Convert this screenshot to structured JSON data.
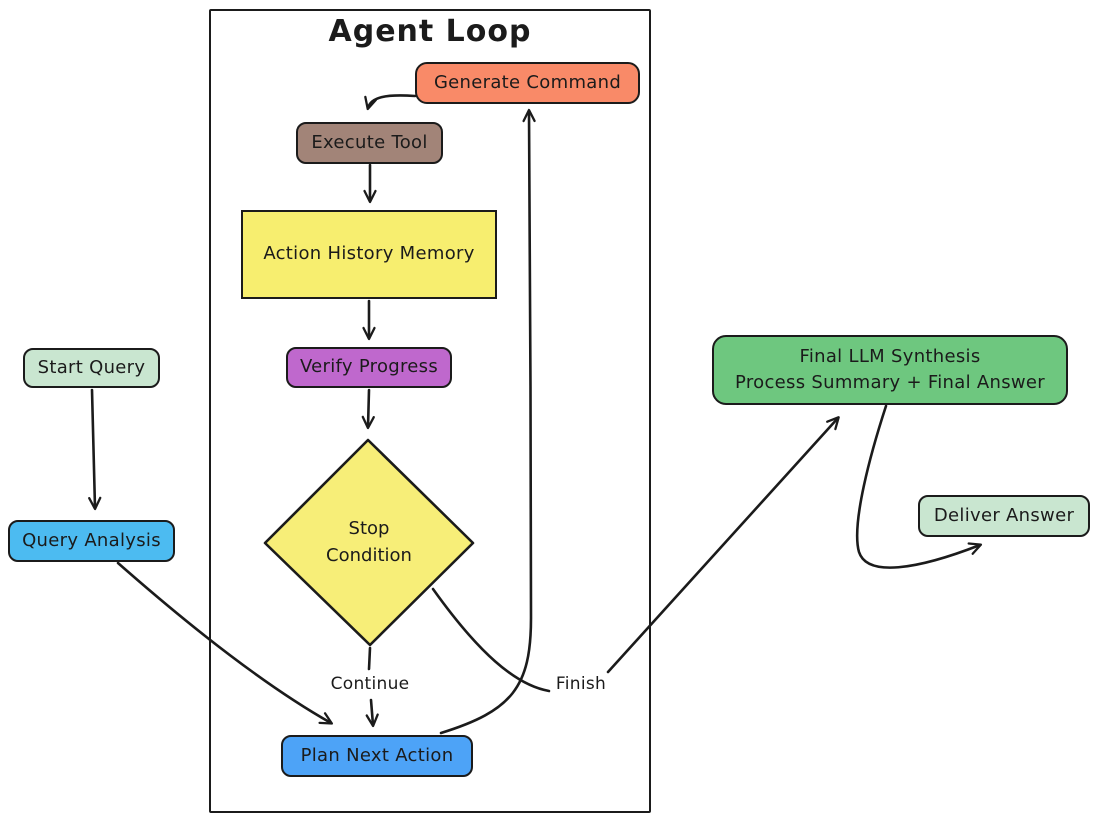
{
  "title": "Agent Loop",
  "colors": {
    "stroke": "#1b1b1b",
    "orange": "#f98a68",
    "brown": "#a28478",
    "yellow": "#f7ee6f",
    "diamond_yellow": "#f7ee78",
    "purple": "#bf68cd",
    "blue": "#4da3f7",
    "cyan_blue": "#4cbbf1",
    "green": "#6ec77f",
    "pale_green": "#c9e6d0",
    "background": "#ffffff"
  },
  "nodes": {
    "generate_command": {
      "label": "Generate Command",
      "fill": "#f98a68"
    },
    "execute_tool": {
      "label": "Execute Tool",
      "fill": "#a28478"
    },
    "action_history": {
      "label": "Action History Memory",
      "fill": "#f7ee6f"
    },
    "verify_progress": {
      "label": "Verify Progress",
      "fill": "#bf68cd"
    },
    "stop_condition": {
      "line1": "Stop",
      "line2": "Condition",
      "fill": "#f7ee78"
    },
    "plan_next_action": {
      "label": "Plan Next Action",
      "fill": "#4da3f7"
    },
    "start_query": {
      "label": "Start Query",
      "fill": "#c9e6d0"
    },
    "query_analysis": {
      "label": "Query Analysis",
      "fill": "#4cbbf1"
    },
    "final_synthesis": {
      "line1": "Final LLM Synthesis",
      "line2": "Process Summary + Final Answer",
      "fill": "#6ec77f"
    },
    "deliver_answer": {
      "label": "Deliver Answer",
      "fill": "#c9e6d0"
    }
  },
  "edge_labels": {
    "continue_label": "Continue",
    "finish_label": "Finish"
  }
}
